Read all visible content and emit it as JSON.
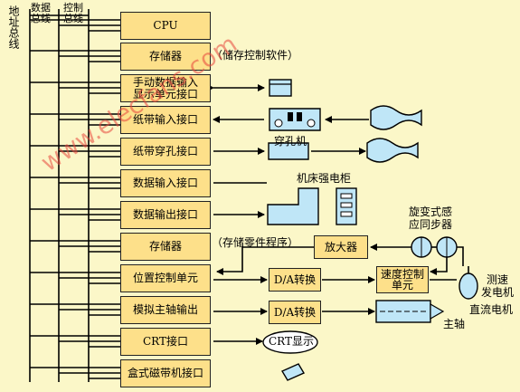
{
  "buses": {
    "address": "地址总线",
    "data": "数据总线",
    "control": "控制总线"
  },
  "boxes": {
    "cpu": "CPU",
    "memory_top": "存储器",
    "manual_input": "手动数据输入\n显示单元接口",
    "tape_input": "纸带输入接口",
    "tape_punch": "纸带穿孔接口",
    "data_input": "数据输入接口",
    "data_output": "数据输出接口",
    "memory_parts": "存储器",
    "position_control": "位置控制单元",
    "spindle_output": "模拟主轴输出",
    "crt_interface": "CRT接口",
    "cassette_interface": "盒式磁带机接口",
    "amplifier": "放大器",
    "da_1": "D/A转换",
    "da_2": "D/A转换",
    "speed_control": "速度控制\n单元"
  },
  "labels": {
    "memory_top_note": "（储存控制软件）",
    "memory_parts_note": "（存储零件程序）",
    "punch": "穿孔机",
    "cabinet": "机床强电柜",
    "resolver": "旋变式感\n应同步器",
    "tacho": "测速\n发电机",
    "dc_motor": "直流电机",
    "spindle": "主轴",
    "crt_display": "CRT显示",
    "watermark": "www.elecfans.com"
  },
  "colors": {
    "background": "#fbf7c8",
    "box_fill": "#fde08a",
    "device_fill": "#bfe6f7",
    "watermark": "#e8473d"
  }
}
